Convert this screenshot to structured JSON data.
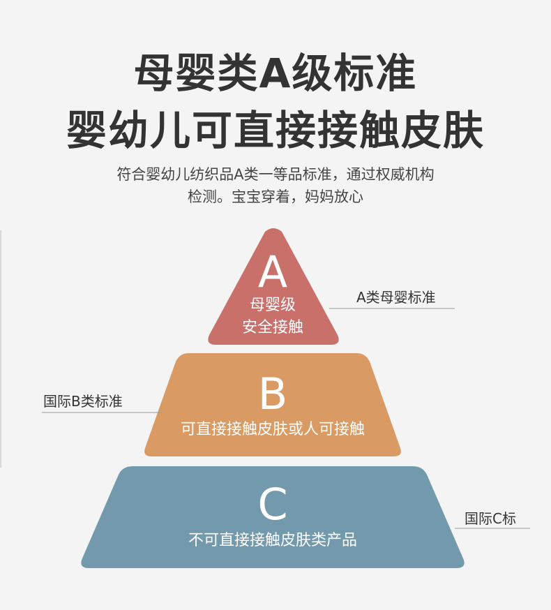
{
  "title_line1": "母婴类A级标准",
  "title_line2": "婴幼儿可直接接触皮肤",
  "subtitle_line1": "符合婴幼儿纺织品A类一等品标准，通过权威机构",
  "subtitle_line2": "检测。宝宝穿着，妈妈放心",
  "tiers": [
    {
      "letter": "A",
      "line1": "母婴级",
      "line2": "安全接触",
      "color": "#c9706b"
    },
    {
      "letter": "B",
      "line1": "可直接接触皮肤或人可接触",
      "color": "#d99a63"
    },
    {
      "letter": "C",
      "line1": "不可直接接触皮肤类产品",
      "color": "#7399ad"
    }
  ],
  "callouts": {
    "a": "A类母婴标准",
    "b": "国际B类标准",
    "c": "国际C标"
  }
}
